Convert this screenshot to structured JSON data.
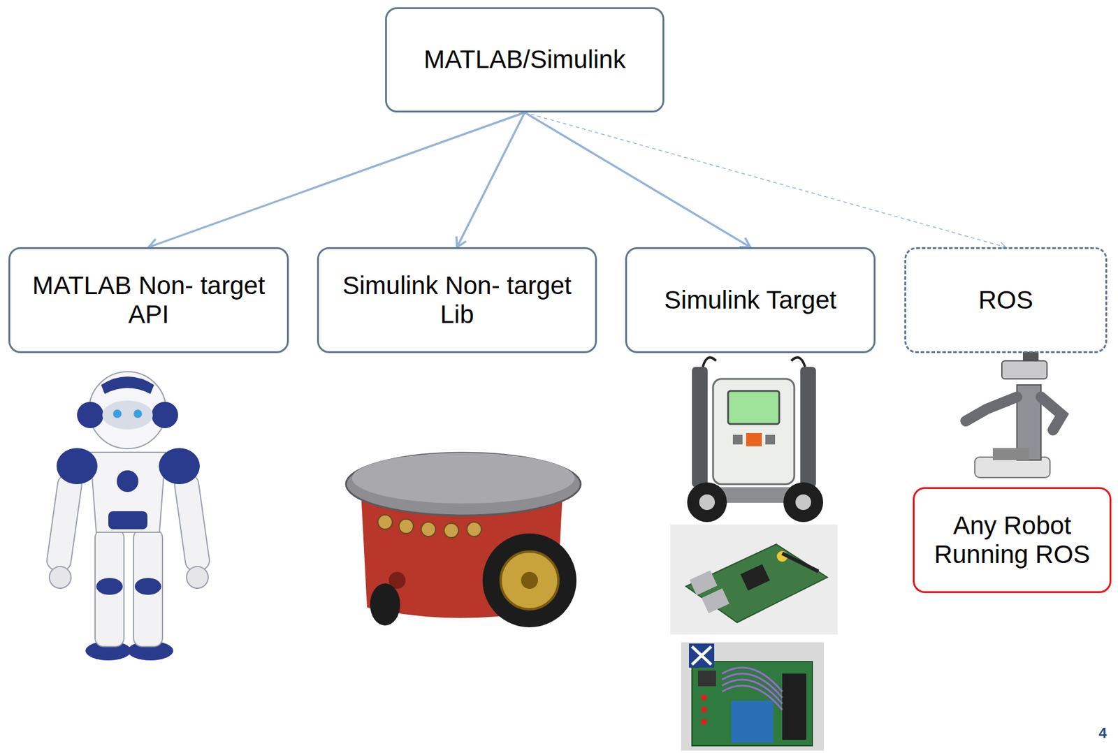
{
  "diagram": {
    "nodes": [
      {
        "text": [
          "MATLAB/Simulink"
        ]
      },
      {
        "text": [
          "MATLAB Non- target API"
        ]
      },
      {
        "text": [
          "Simulink Non- target Lib"
        ]
      },
      {
        "text": [
          "Simulink Target"
        ]
      },
      {
        "text": [
          "ROS"
        ]
      },
      {
        "text": [
          "Any Robot Running ROS"
        ]
      }
    ],
    "edges": [
      {
        "from": 0,
        "to": 1,
        "arrow": "to"
      },
      {
        "from": 0,
        "to": 2,
        "arrow": "to"
      },
      {
        "from": 0,
        "to": 3,
        "arrow": "to"
      },
      {
        "from": 0,
        "to": 4,
        "arrow": "to"
      }
    ],
    "labels": [
      "4"
    ]
  }
}
